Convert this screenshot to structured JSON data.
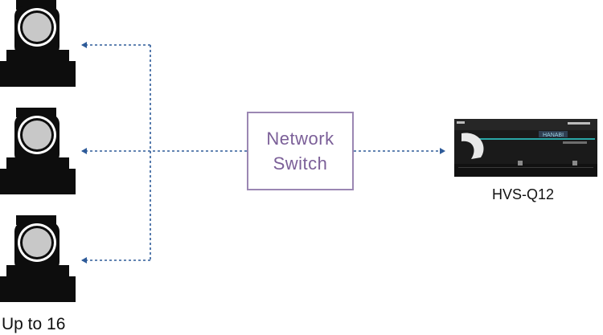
{
  "camera_group": {
    "count_label": "Up to 16",
    "icon": "ptz-camera-icon"
  },
  "network_switch": {
    "line1": "Network",
    "line2": "Switch"
  },
  "device": {
    "name": "HVS-Q12",
    "panel_text": "HANABI",
    "icon": "rack-switcher-icon"
  },
  "colors": {
    "dotted_link": "#2e5b99",
    "switch_border": "#9b87b3",
    "switch_text": "#7b5f98",
    "camera_body": "#0d0d0d",
    "lens": "#c8c8c8"
  }
}
